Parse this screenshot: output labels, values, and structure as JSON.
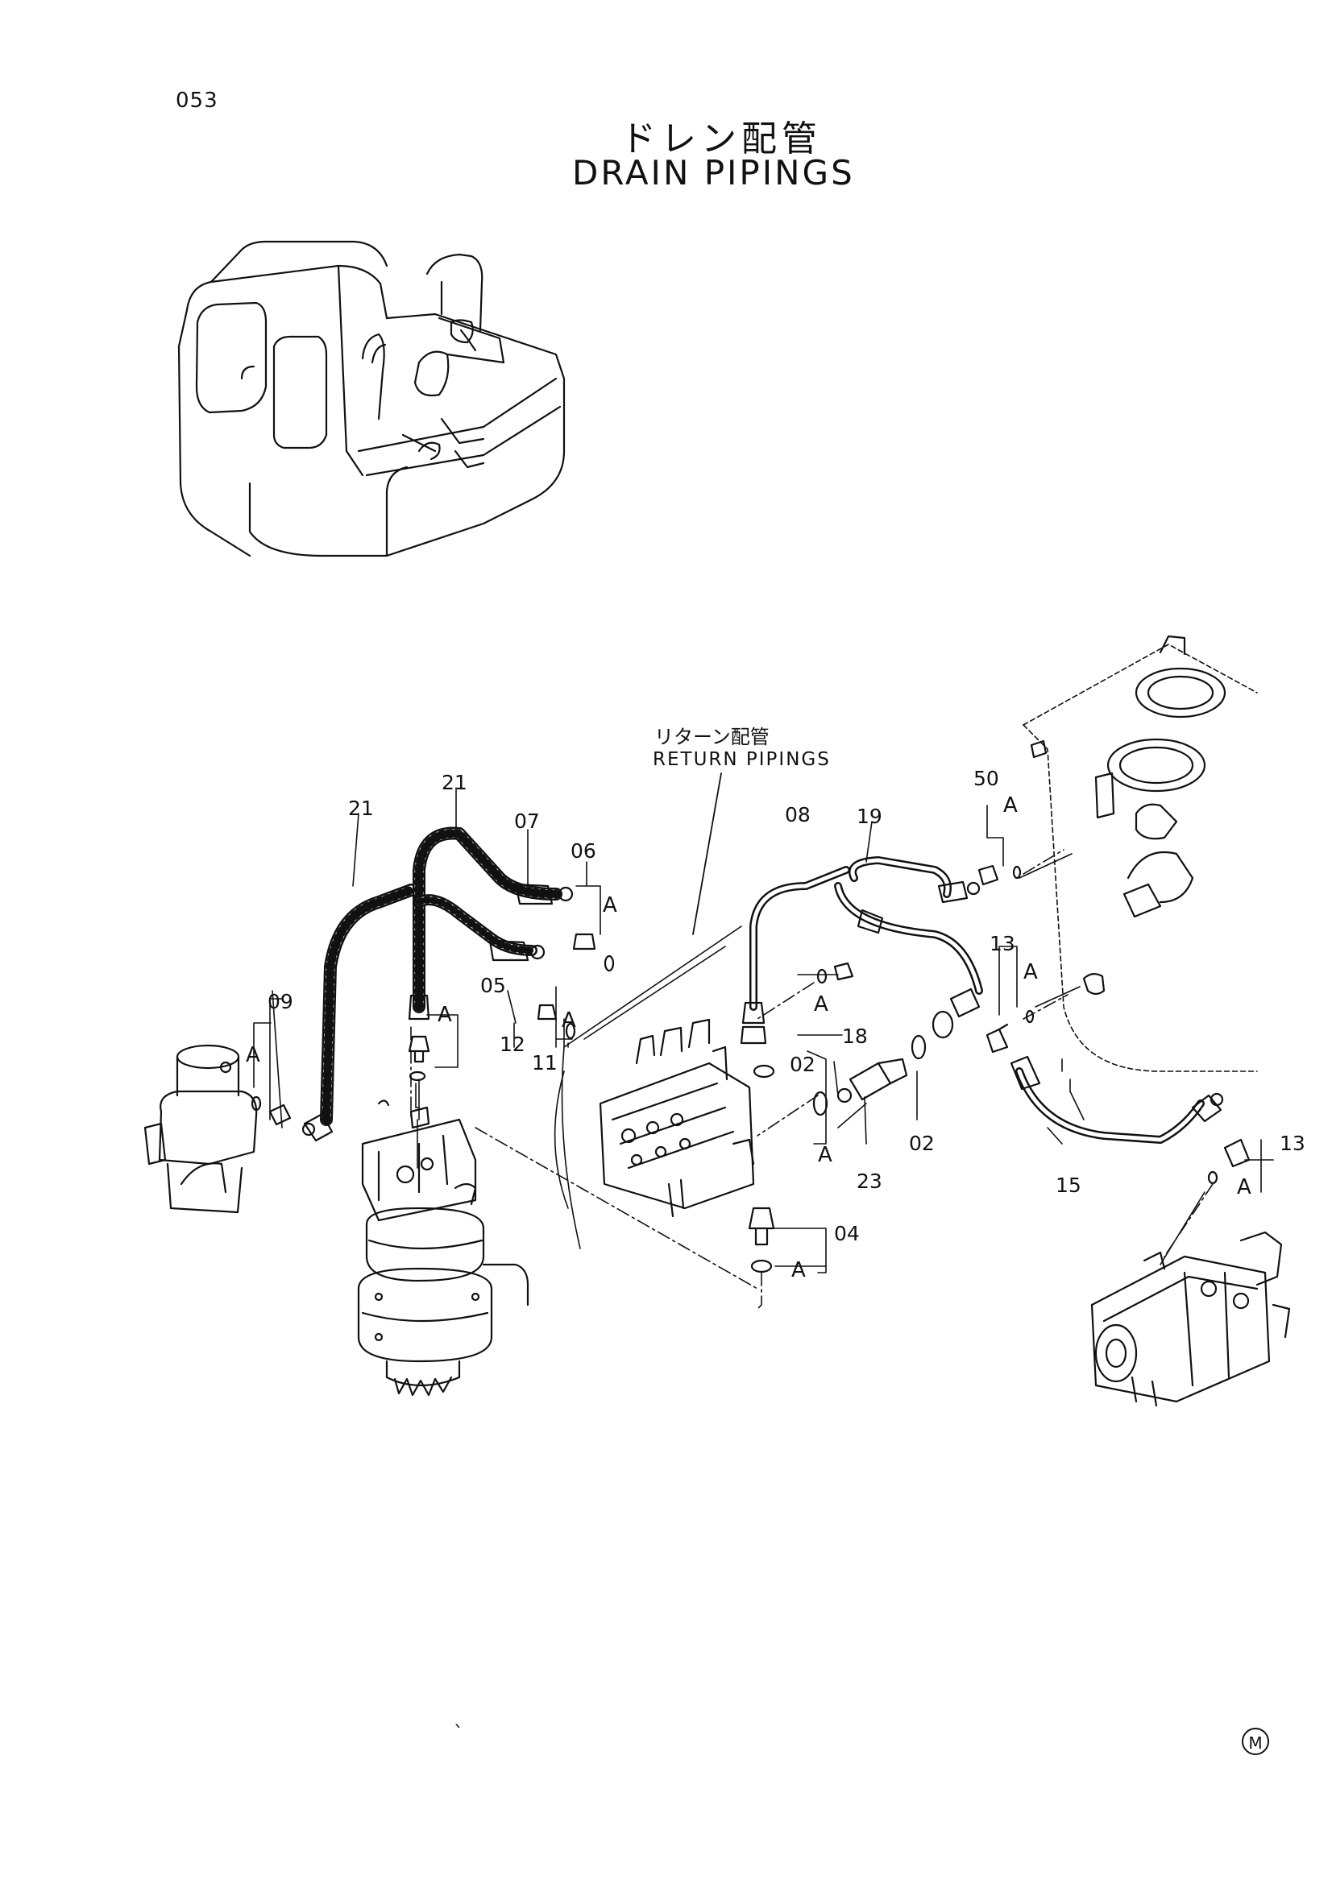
{
  "header": {
    "page_number": "053",
    "title_japanese": "ドレン配管",
    "title_english": "DRAIN PIPINGS"
  },
  "callouts": {
    "return_japanese": "リターン配管",
    "return_english": "RETURN PIPINGS"
  },
  "part_labels": {
    "p21a": "21",
    "p21b": "21",
    "p07": "07",
    "p06": "06",
    "p08": "08",
    "p19": "19",
    "p50": "50",
    "p09": "09",
    "p05": "05",
    "p12": "12",
    "p11": "11",
    "p18": "18",
    "p13a": "13",
    "p02a": "02",
    "p02b": "02",
    "p23": "23",
    "p15": "15",
    "p13b": "13",
    "p04": "04"
  },
  "section_markers": {
    "a06": "A",
    "a50": "A",
    "a09": "A",
    "a05": "A",
    "a11": "A",
    "a18": "A",
    "a13a": "A",
    "a23": "A",
    "a13b": "A",
    "a04": "A"
  },
  "footer": {
    "tick": "`",
    "mark": "M"
  }
}
